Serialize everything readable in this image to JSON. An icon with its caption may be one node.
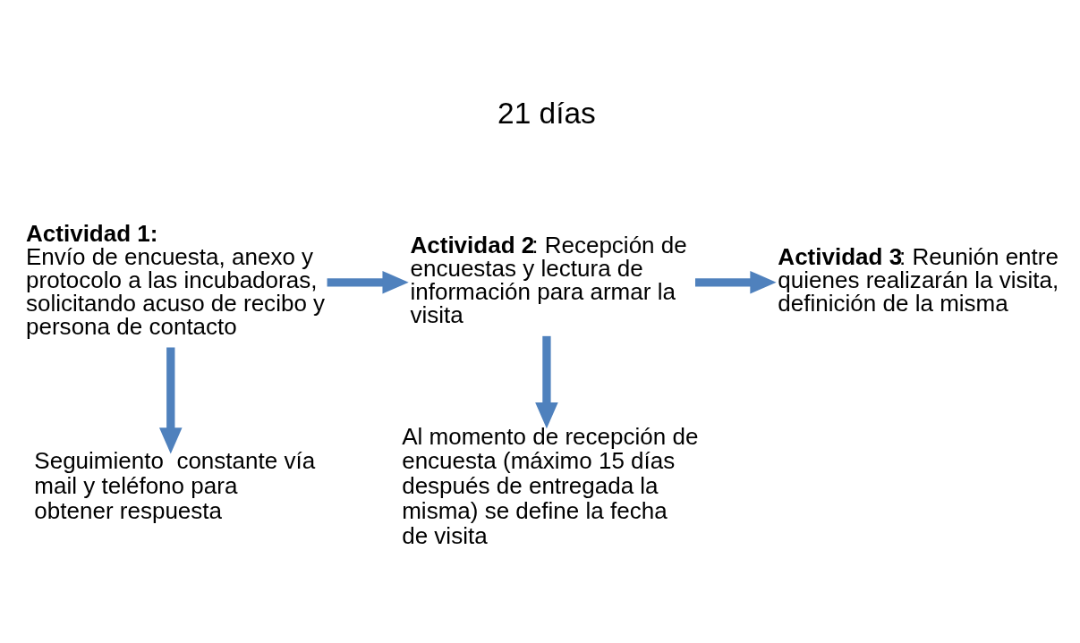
{
  "diagram": {
    "nodes": [
      {
        "text": [
          "**Actividad 1:** Envío de encuesta, anexo y protocolo a las incubadoras, solicitando acuso de recibo y persona de contacto"
        ]
      },
      {
        "text": [
          "**Actividad 2**: Recepción de encuestas y lectura de información para armar la visita"
        ]
      },
      {
        "text": [
          "**Actividad 3**: Reunión entre quienes realizarán la visita, definición de la misma"
        ]
      },
      {
        "text": [
          "Seguimiento  constante vía mail y teléfono para obtener respuesta"
        ]
      },
      {
        "text": [
          "Al momento de recepción de encuesta (máximo 15 días después de entregada la misma) se define la fecha de visita"
        ]
      }
    ],
    "edges": [
      {
        "from": 0,
        "to": 1,
        "arrow": "to"
      },
      {
        "from": 1,
        "to": 2,
        "arrow": "to"
      },
      {
        "from": 0,
        "to": 3,
        "arrow": "to"
      },
      {
        "from": 1,
        "to": 4,
        "arrow": "to"
      }
    ],
    "labels": [
      "21 días"
    ]
  }
}
